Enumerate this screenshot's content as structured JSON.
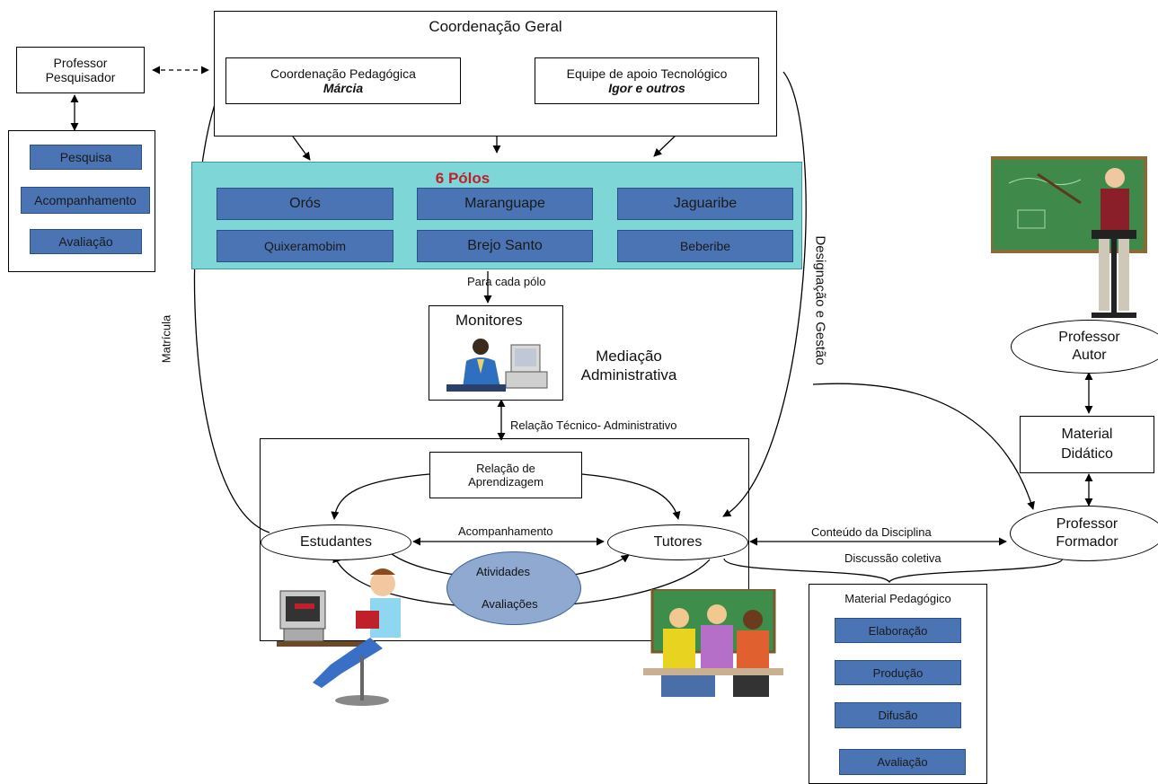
{
  "coordenacao_geral": {
    "title": "Coordenação Geral",
    "pedagogica": {
      "title": "Coordenação Pedagógica",
      "name": "Márcia"
    },
    "apoio": {
      "title": "Equipe de apoio Tecnológico",
      "name": "Igor e outros"
    }
  },
  "professor_pesquisador": {
    "title": "Professor Pesquisador",
    "items": [
      "Pesquisa",
      "Acompanhamento",
      "Avaliação"
    ]
  },
  "polos": {
    "title": "6 Pólos",
    "items": [
      "Orós",
      "Maranguape",
      "Jaguaribe",
      "Quixeramobim",
      "Brejo Santo",
      "Beberibe"
    ],
    "caption": "Para cada pólo"
  },
  "monitores": {
    "title": "Monitores",
    "mediacao": "Mediação Administrativa"
  },
  "relacao_tecnico": "Relação Técnico- Administrativo",
  "aprendizagem": {
    "relacao": "Relação de Aprendizagem",
    "estudantes": "Estudantes",
    "tutores": "Tutores",
    "acompanhamento": "Acompanhamento",
    "atividades": "Atividades",
    "avaliacoes": "Avaliações"
  },
  "matricula": "Matrícula",
  "designacao": "Designação e Gestão",
  "professor_autor": "Professor Autor",
  "material_didatico": "Material Didático",
  "professor_formador": "Professor Formador",
  "conteudo": "Conteúdo da Disciplina",
  "discussao": "Discussão coletiva",
  "material_pedagogico": {
    "title": "Material Pedagógico",
    "items": [
      "Elaboração",
      "Produção",
      "Difusão",
      "Avaliação"
    ]
  },
  "colors": {
    "polos_bg": "#7fd6d6",
    "blue": "#4a74b4",
    "polos_title": "#c0202a"
  }
}
